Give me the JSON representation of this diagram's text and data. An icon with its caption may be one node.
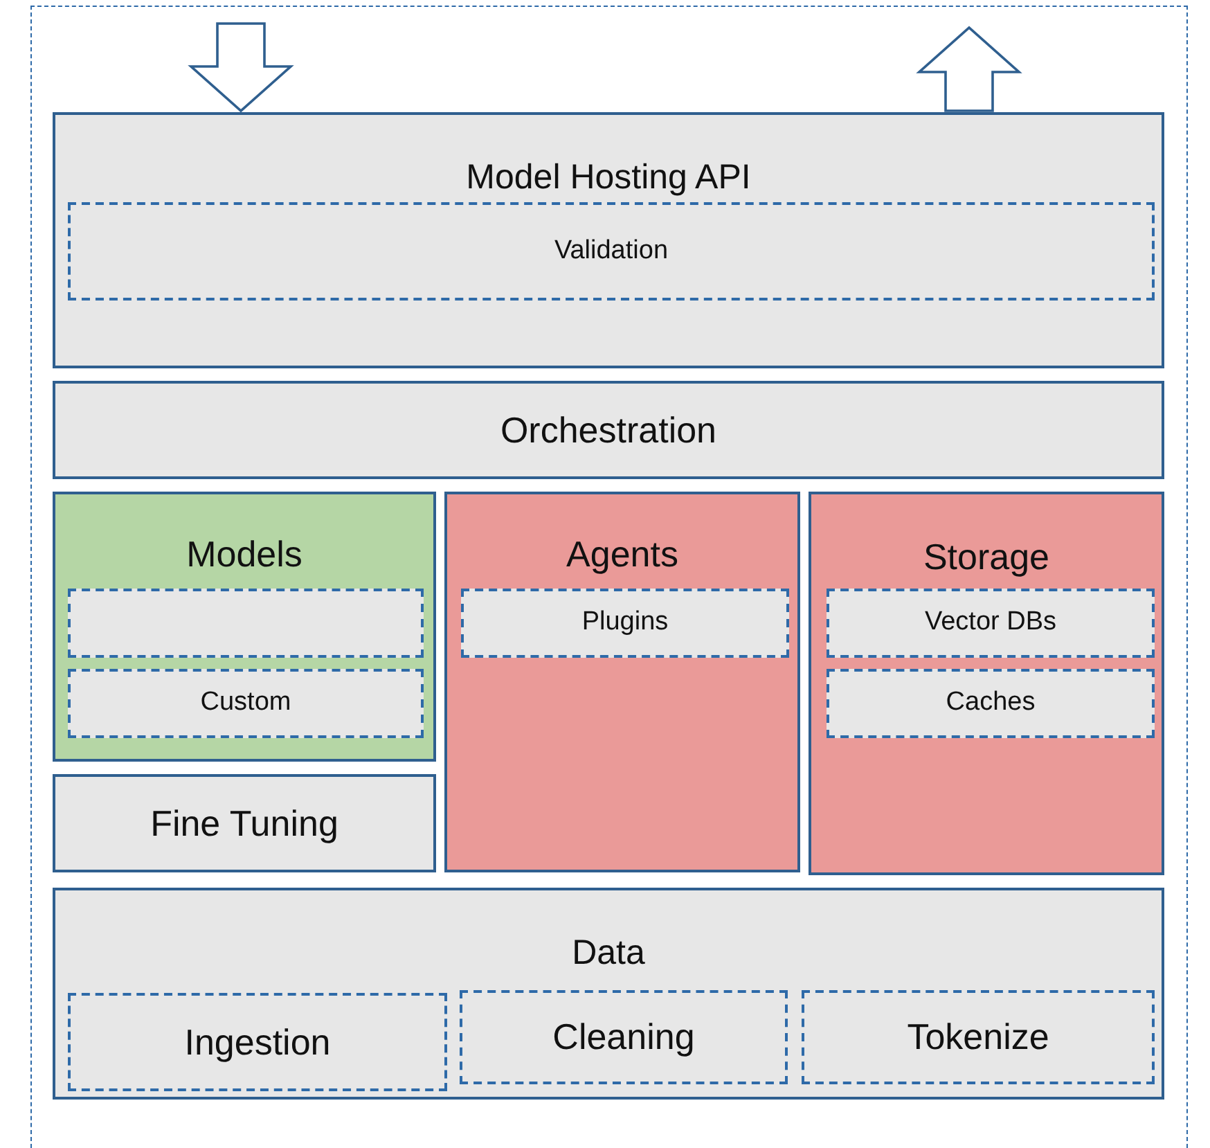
{
  "diagram": {
    "nodes": [
      {
        "text": [],
        "shape": "box"
      },
      {
        "text": [
          "Model Hosting API"
        ],
        "in": 0
      },
      {
        "text": [
          "Validation"
        ],
        "in": 1
      },
      {
        "text": [
          "Orchestration"
        ],
        "in": 0
      },
      {
        "text": [
          "Models"
        ],
        "in": 0
      },
      {
        "text": [],
        "shape": "box",
        "in": 4
      },
      {
        "text": [
          "Custom"
        ],
        "in": 4
      },
      {
        "text": [
          "Fine Tuning"
        ],
        "in": 0
      },
      {
        "text": [
          "Agents"
        ],
        "in": 0
      },
      {
        "text": [
          "Plugins"
        ],
        "in": 8
      },
      {
        "text": [
          "Storage"
        ],
        "in": 0
      },
      {
        "text": [
          "Vector DBs"
        ],
        "in": 10
      },
      {
        "text": [
          "Caches"
        ],
        "in": 10
      },
      {
        "text": [
          "Data"
        ],
        "in": 0
      },
      {
        "text": [
          "Ingestion"
        ],
        "in": 13
      },
      {
        "text": [
          "Cleaning"
        ],
        "in": 13
      },
      {
        "text": [
          "Tokenize"
        ],
        "in": 13
      }
    ],
    "edges": [
      {
        "from": null,
        "to": 1,
        "arrow": "to"
      },
      {
        "from": 1,
        "to": null,
        "arrow": "to"
      }
    ]
  }
}
